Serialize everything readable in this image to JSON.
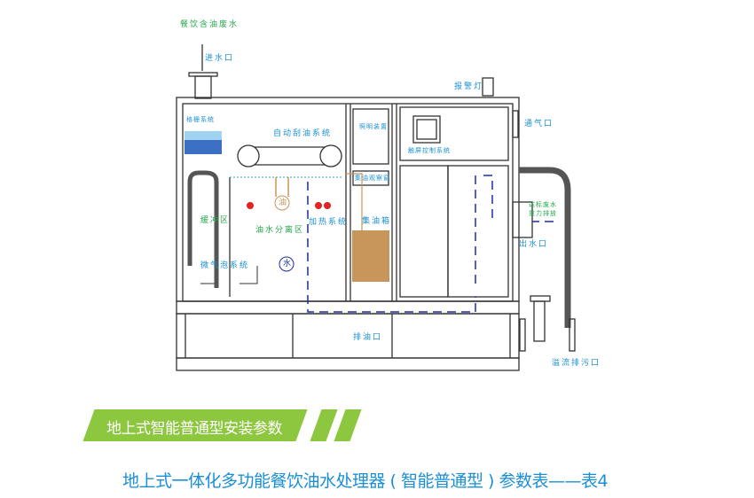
{
  "diagram": {
    "labels": {
      "inlet_source": "餐饮含油废水",
      "inlet": "进水口",
      "alarm_light": "报警灯",
      "grille_system": "格栅系统",
      "auto_skimming": "自动刮油系统",
      "lighting": "照明装置",
      "touch_control": "触屏控制系统",
      "vent": "通气口",
      "oil_window": "集油观察窗",
      "buffer_zone": "缓冲区",
      "oil_mark": "油",
      "heating_system": "加热系统",
      "separation_zone": "油水分离区",
      "oil_tank": "集油箱",
      "discharge_line1": "达标废水",
      "discharge_line2": "重力排放",
      "outlet": "出水口",
      "microbubble": "微气泡系统",
      "water_mark": "水",
      "oil_drain": "排油口",
      "overflow": "溢流排污口"
    },
    "colors": {
      "blue": "#1a8fd6",
      "green": "#22a84a",
      "accent": "#8dc63f",
      "oil": "#c8955a",
      "flow": "#1c2fa8"
    }
  },
  "banner": {
    "title": "地上式智能普通型安装参数"
  },
  "subtitle": "地上式一体化多功能餐饮油水处理器 ( 智能普通型 ) 参数表——表4"
}
